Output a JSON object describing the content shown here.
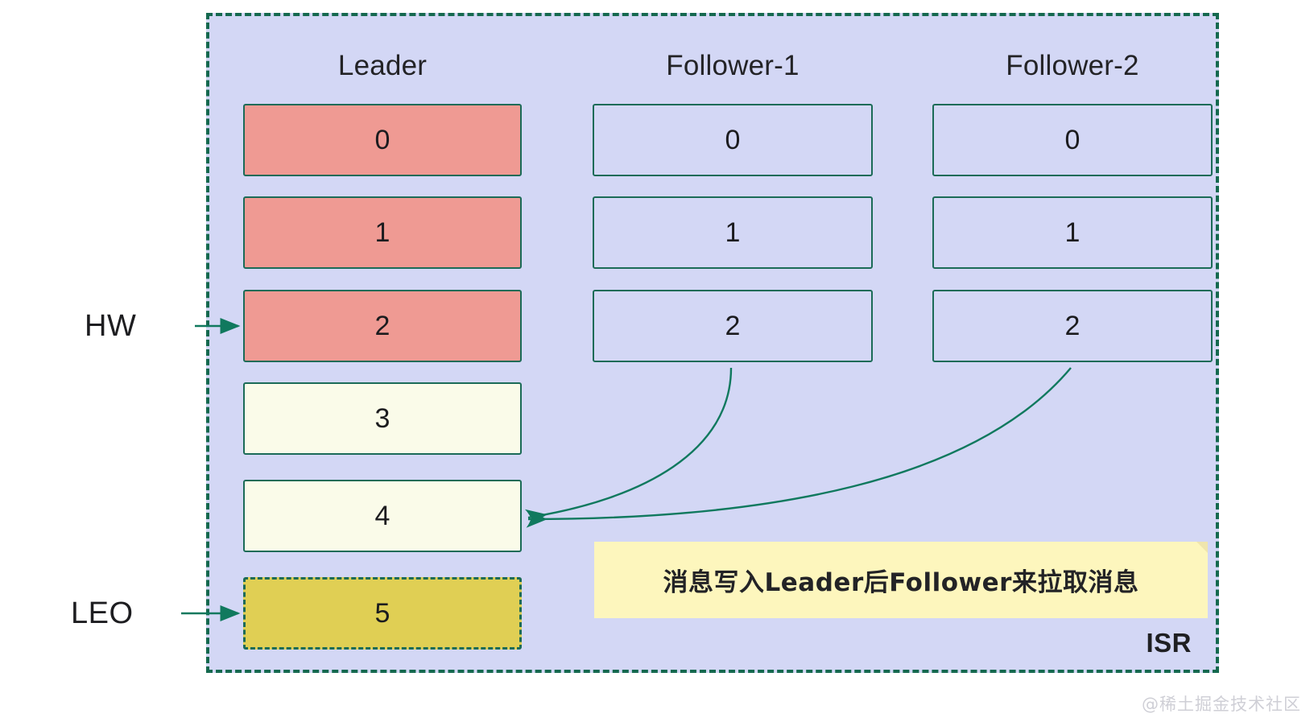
{
  "diagram": {
    "container_label": "ISR",
    "columns": [
      {
        "name": "leader",
        "title": "Leader",
        "cells": [
          {
            "value": "0",
            "style": "committed"
          },
          {
            "value": "1",
            "style": "committed"
          },
          {
            "value": "2",
            "style": "committed"
          },
          {
            "value": "3",
            "style": "uncommitted"
          },
          {
            "value": "4",
            "style": "uncommitted"
          },
          {
            "value": "5",
            "style": "leo"
          }
        ]
      },
      {
        "name": "follower-1",
        "title": "Follower-1",
        "cells": [
          {
            "value": "0",
            "style": "replicated"
          },
          {
            "value": "1",
            "style": "replicated"
          },
          {
            "value": "2",
            "style": "replicated"
          }
        ]
      },
      {
        "name": "follower-2",
        "title": "Follower-2",
        "cells": [
          {
            "value": "0",
            "style": "replicated"
          },
          {
            "value": "1",
            "style": "replicated"
          },
          {
            "value": "2",
            "style": "replicated"
          }
        ]
      }
    ],
    "markers": [
      {
        "name": "hw",
        "label": "HW",
        "points_to": "leader cell 2"
      },
      {
        "name": "leo",
        "label": "LEO",
        "points_to": "leader cell 5"
      }
    ],
    "note": {
      "text": "消息写入Leader后Follower来拉取消息"
    },
    "watermark": "@稀土掘金技术社区",
    "colors": {
      "container_fill": "#d3d7f5",
      "container_border": "#15694f",
      "cell_border": "#1b6b57",
      "committed_fill": "#ef9a93",
      "uncommitted_fill": "#fafbe9",
      "leo_fill": "#e0cf54",
      "note_fill": "#fdf6bd",
      "arrow_stroke": "#10795e",
      "text": "#1c1c1f"
    }
  }
}
